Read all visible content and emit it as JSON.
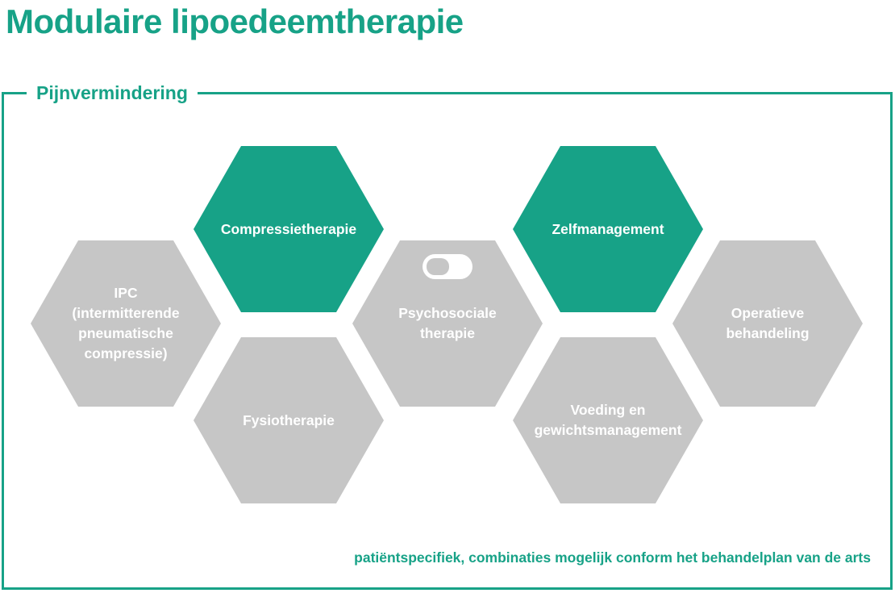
{
  "title": "Modulaire lipoedeemtherapie",
  "panel": {
    "label": "Pijnvermindering",
    "footnote": "patiëntspecifiek, combinaties mogelijk conform het behandelplan van de arts"
  },
  "colors": {
    "accent": "#17a287",
    "gray": "#c6c6c6",
    "hex_text": "#ffffff"
  },
  "hexagons": [
    {
      "id": "compressietherapie",
      "label": "Compressietherapie",
      "state": "active"
    },
    {
      "id": "zelfmanagement",
      "label": "Zelfmanagement",
      "state": "active"
    },
    {
      "id": "ipc",
      "label": "IPC\n(intermitterende\npneumatische\ncompressie)",
      "state": "inactive"
    },
    {
      "id": "psychosociale-therapie",
      "label": "Psychosociale\ntherapie",
      "state": "inactive",
      "icon": "toggle-off-icon"
    },
    {
      "id": "operatieve-behandeling",
      "label": "Operatieve\nbehandeling",
      "state": "inactive"
    },
    {
      "id": "fysiotherapie",
      "label": "Fysiotherapie",
      "state": "inactive"
    },
    {
      "id": "voeding-en-gewichtsmanagement",
      "label": "Voeding en\ngewichtsmanagement",
      "state": "inactive"
    }
  ]
}
